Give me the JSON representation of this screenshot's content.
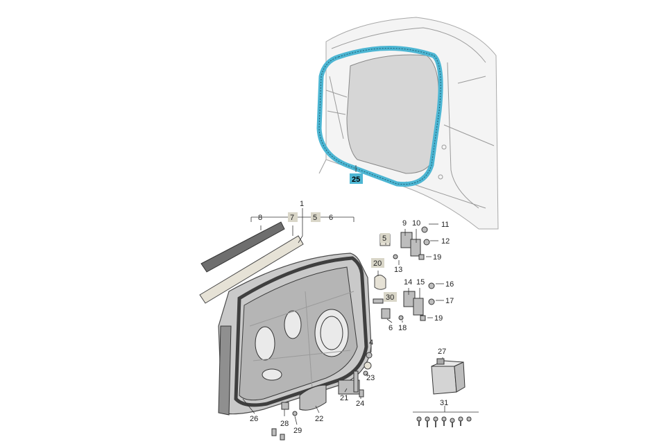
{
  "diagram": {
    "highlight_color": "#4db6d3",
    "tag_color": "#d9d6c8",
    "labels": {
      "p1": "1",
      "p4": "4",
      "p5a": "5",
      "p5b": "5",
      "p6a": "6",
      "p6b": "6",
      "p7": "7",
      "p8": "8",
      "p9": "9",
      "p10": "10",
      "p11": "11",
      "p12": "12",
      "p13": "13",
      "p14": "14",
      "p15": "15",
      "p16": "16",
      "p17": "17",
      "p18": "18",
      "p19a": "19",
      "p19b": "19",
      "p20": "20",
      "p21": "21",
      "p22": "22",
      "p23": "23",
      "p24": "24",
      "p25": "25",
      "p26": "26",
      "p27": "27",
      "p28": "28",
      "p29": "29",
      "p30": "30",
      "p31": "31"
    }
  }
}
